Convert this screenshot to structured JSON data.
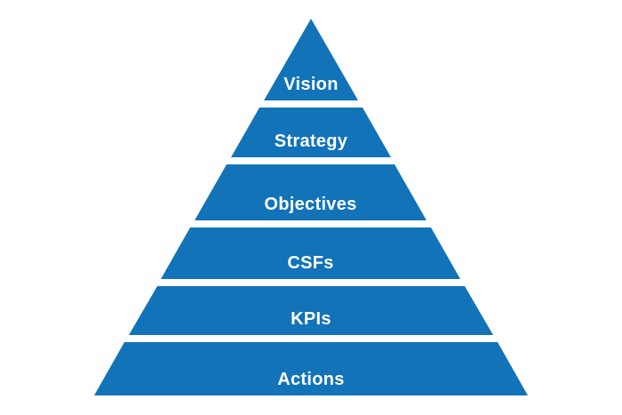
{
  "diagram": {
    "type": "pyramid",
    "accent_color": "#1273b9",
    "label_color": "#ffffff",
    "background_color": "#ffffff",
    "levels": [
      {
        "label": "Vision"
      },
      {
        "label": "Strategy"
      },
      {
        "label": "Objectives"
      },
      {
        "label": "CSFs"
      },
      {
        "label": "KPIs"
      },
      {
        "label": "Actions"
      }
    ]
  }
}
